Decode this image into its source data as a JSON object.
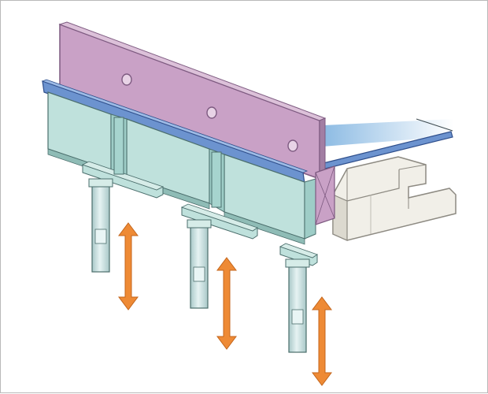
{
  "illustration": {
    "subject": "beam-on-jack-posts",
    "colors": {
      "header_beam": "#c9a1c6",
      "header_beam_edge": "#7d5a80",
      "sill_plate": "#6c93cf",
      "sill_plate_edge": "#2f4f8c",
      "girder": "#bfe1dc",
      "girder_side": "#9ecdc7",
      "girder_edge": "#4b6e6c",
      "foundation": "#f1efe8",
      "foundation_edge": "#8d8a82",
      "post": "#c7dede",
      "arrow": "#ee8a35",
      "floor_plate": "#8fc5ea",
      "outline": "#3d4a4f"
    },
    "arrows": [
      {
        "direction": "up-down"
      },
      {
        "direction": "up-down"
      },
      {
        "direction": "up-down"
      }
    ],
    "bolt_holes": 3,
    "posts": 3
  }
}
